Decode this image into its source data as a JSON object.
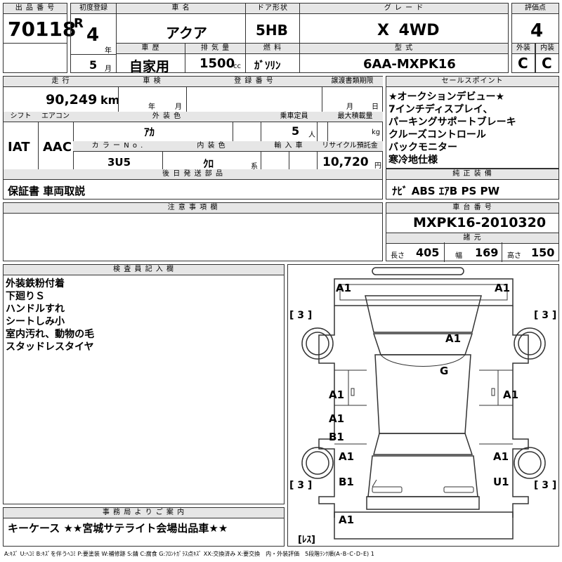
{
  "header": {
    "lot_no_label": "出 品 番 号",
    "lot_no": "70118",
    "first_reg_label": "初度登録",
    "era": "R",
    "year": "4",
    "year_unit": "年",
    "month": "5",
    "month_unit": "月",
    "car_name_label": "車 名",
    "car_name": "アクア",
    "door_label": "ドア形状",
    "door": "5HB",
    "grade_label": "グ レ ー ド",
    "grade": "X 4WD",
    "score_label": "評価点",
    "score": "4",
    "history_label": "車 歴",
    "history": "自家用",
    "displacement_label": "排 気 量",
    "displacement": "1500",
    "displacement_unit": "cc",
    "fuel_label": "燃 料",
    "fuel": "ｶﾞｿﾘﾝ",
    "model_label": "型 式",
    "model": "6AA-MXPK16",
    "ext_label": "外装",
    "ext": "C",
    "int_label": "内装",
    "int": "C"
  },
  "row2": {
    "mileage_label": "走 行",
    "mileage": "90,249",
    "mileage_unit": "km",
    "inspection_label": "車 検",
    "insp_year": "年",
    "insp_month": "月",
    "regno_label": "登 録 番 号",
    "transfer_label": "譲渡書類期限",
    "transfer_month": "月",
    "transfer_day": "日",
    "shift_label": "シフト",
    "shift": "IAT",
    "ac_label": "エアコン",
    "ac": "AAC",
    "color_label": "外 装 色",
    "color": "ｱｶ",
    "capacity_label": "乗車定員",
    "capacity": "5",
    "capacity_unit": "人",
    "maxload_label": "最大積載量",
    "maxload_unit": "kg",
    "colorno_label": "カ ラ ー N o .",
    "colorno": "3U5",
    "interior_label": "内 装 色",
    "interior": "ｸﾛ",
    "interior_unit": "系",
    "import_label": "輸 入 車",
    "recycle_label": "リサイクル預託金",
    "recycle": "10,720",
    "recycle_unit": "円",
    "later_label": "後 日 発 送 部 品",
    "later": "保証書 車両取説"
  },
  "sales": {
    "label": "セールスポイント",
    "items": [
      "★オークションデビュー★",
      "7インチディスプレイ、",
      "パーキングサポートブレーキ",
      "クルーズコントロール",
      "バックモニター",
      "寒冷地仕様"
    ]
  },
  "equip": {
    "label": "純 正 装 備",
    "value": "ﾅﾋﾞ ABS ｴｱB PS PW"
  },
  "notes": {
    "label": "注 意 事 項 欄"
  },
  "chassis": {
    "label": "車 台 番 号",
    "value": "MXPK16-2010320",
    "dims_label": "諸 元",
    "len_label": "長さ",
    "len": "405",
    "wid_label": "幅",
    "wid": "169",
    "hei_label": "高さ",
    "hei": "150"
  },
  "inspector": {
    "label": "検 査 員 記 入 欄",
    "items": [
      "外装鉄粉付着",
      "下廻りＳ",
      "ハンドルすれ",
      "シートしみ小",
      "室内汚れ、動物の毛",
      "スタッドレスタイヤ"
    ]
  },
  "office": {
    "label": "事 務 局 よ り ご 案 内",
    "value": "キーケース ★★宮城サテライト会場出品車★★"
  },
  "diagram": {
    "marks": {
      "front_left": "A1",
      "front_right": "A1",
      "hood": "A1",
      "windshield": "G",
      "fl_fender": "A1",
      "fr_door": "A1",
      "rl_door_top": "A1",
      "rl_door_bottom": "B1",
      "rear_left": "A1",
      "rear_right": "A1",
      "bottom_left": "B1",
      "bottom_right": "U1",
      "rear_bumper": "A1"
    },
    "tires": {
      "fl": "[ 3 ]",
      "fr": "[ 3 ]",
      "rl": "[ 3 ]",
      "rr": "[ 3 ]",
      "spare": "[ﾚｽ]"
    }
  },
  "legend": "A:ｷｽﾞ U:ﾍｺﾐ B:ｷｽﾞを伴うﾍｺﾐ P:要塗装 W:補修跡 S:錆 C:腐食 G:ﾌﾛﾝﾄｶﾞﾗｽ点ｷｽﾞ XX:交換済み X:要交換　内・外装評価　5段階ﾗﾝｸ順(A･B･C･D･E) 1"
}
